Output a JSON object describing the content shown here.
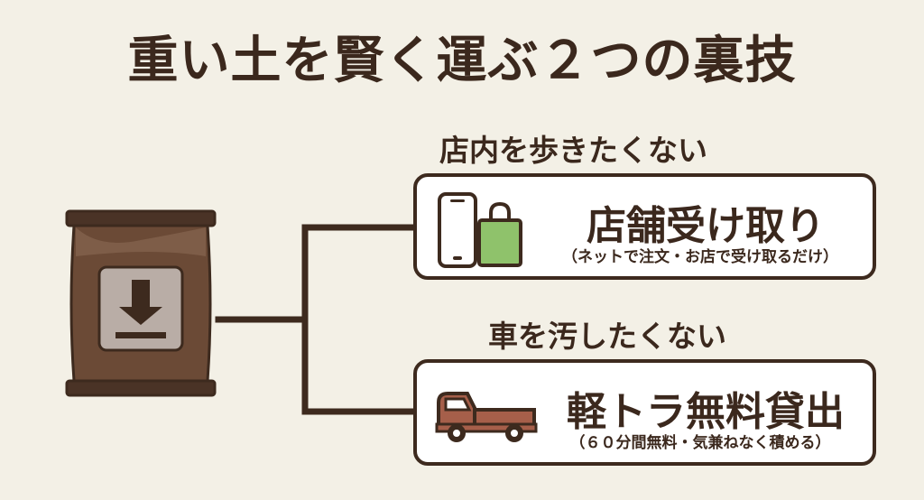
{
  "title": "重い土を賢く運ぶ２つの裏技",
  "options": [
    {
      "caption": "店内を歩きたくない",
      "label": "店舗受け取り",
      "note": "（ネットで注文・お店で受け取るだけ）",
      "icons": [
        "smartphone-icon",
        "shopping-bag-icon"
      ]
    },
    {
      "caption": "車を汚したくない",
      "label": "軽トラ無料貸出",
      "note": "（６０分間無料・気兼ねなく積める）",
      "icons": [
        "pickup-truck-icon"
      ]
    }
  ],
  "colors": {
    "background": "#f3f0e6",
    "text": "#3b281d",
    "line": "#3d2a1e",
    "bag": "#6b4a36",
    "bag_green": "#8fc26b",
    "truck": "#a65f4a"
  },
  "source_icon": "soil-bag-download-icon"
}
